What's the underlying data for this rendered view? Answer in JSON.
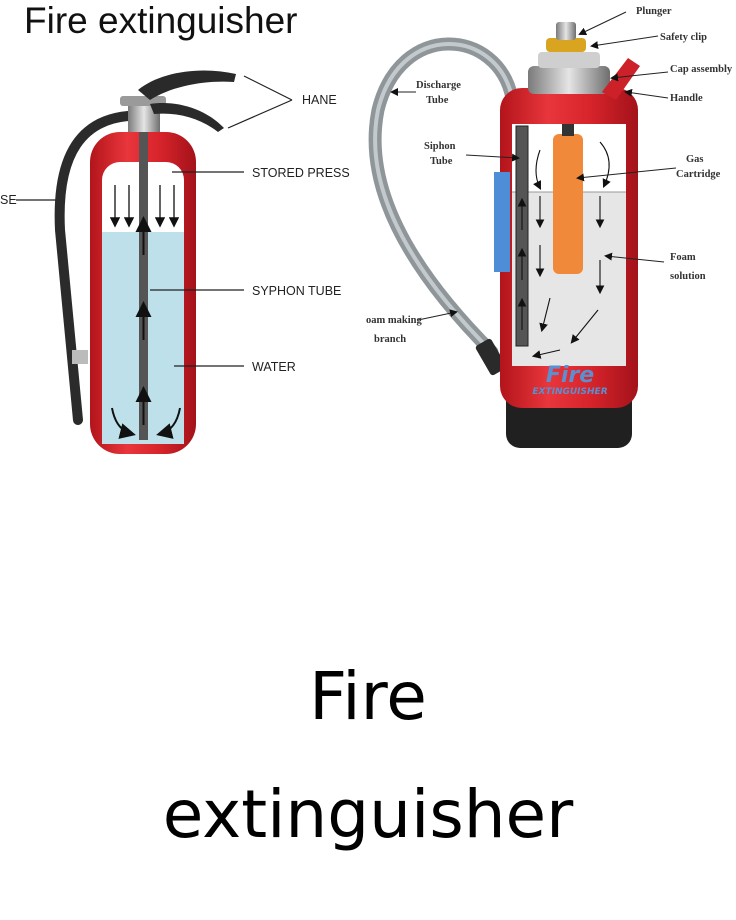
{
  "title": "Fire extinguisher",
  "diagram_left": {
    "labels": {
      "handle": "HANE",
      "hose": "SE",
      "pressure": "STORED PRESS",
      "syphon": "SYPHON TUBE",
      "water": "WATER"
    }
  },
  "diagram_right": {
    "labels": {
      "plunger": "Plunger",
      "safety_clip": "Safety clip",
      "cap": "Cap assembly",
      "handle": "Handle",
      "discharge_1": "Discharge",
      "discharge_2": "Tube",
      "siphon_1": "Siphon",
      "siphon_2": "Tube",
      "gas_1": "Gas",
      "gas_2": "Cartridge",
      "foam_1": "Foam",
      "foam_2": "solution",
      "branch_1": "oam making",
      "branch_2": "branch"
    },
    "tank_text": "Fire",
    "tank_subtext": "EXTINGUISHER"
  },
  "caption": {
    "line1": "Fire",
    "line2": "extinguisher"
  },
  "colors": {
    "tank_red": "#d8242b",
    "water_blue": "#bde0ea",
    "foam_grey": "#e6e6e6",
    "cartridge_orange": "#f08a3a"
  }
}
